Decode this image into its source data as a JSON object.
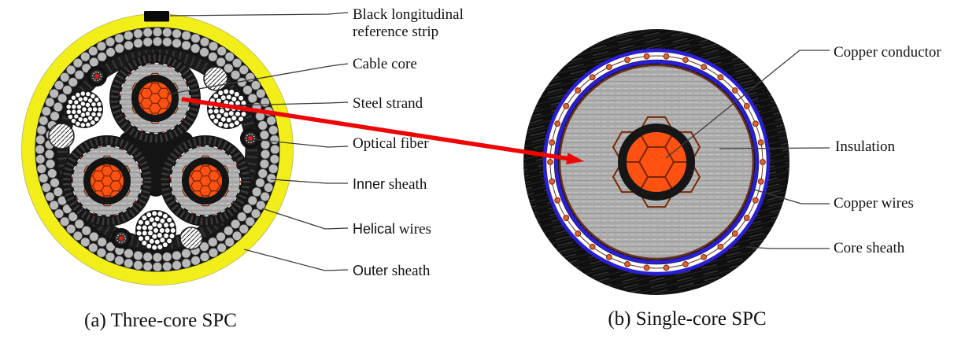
{
  "figure": {
    "panels": [
      {
        "caption": "(a) Three-core SPC"
      },
      {
        "caption": "(b) Single-core SPC"
      }
    ],
    "left_labels": {
      "reference_strip": "Black longitudinal reference strip",
      "cable_core": "Cable core",
      "steel_strand": "Steel strand",
      "optical_fiber": "Optical fiber",
      "inner_sheath": {
        "w1": "Inner",
        "w2": "sheath"
      },
      "helical_wires": {
        "w1": "Helical",
        "w2": "wires"
      },
      "outer_sheath": {
        "w1": "Outer",
        "w2": "sheath"
      }
    },
    "right_labels": {
      "copper_conductor": "Copper conductor",
      "insulation": "Insulation",
      "copper_wires": "Copper wires",
      "core_sheath": "Core sheath"
    },
    "colors": {
      "outer_sheath_yellow": "#f2ee19",
      "conductor_orange": "#ff5212",
      "copper_wire_blue": "#2a1fd6",
      "arrow_red": "#ee0606",
      "insulation_gray": "#adadad",
      "sheath_black": "#141414",
      "maroon_ring": "#68301c",
      "copper_dot_orange": "#e2622c"
    }
  }
}
